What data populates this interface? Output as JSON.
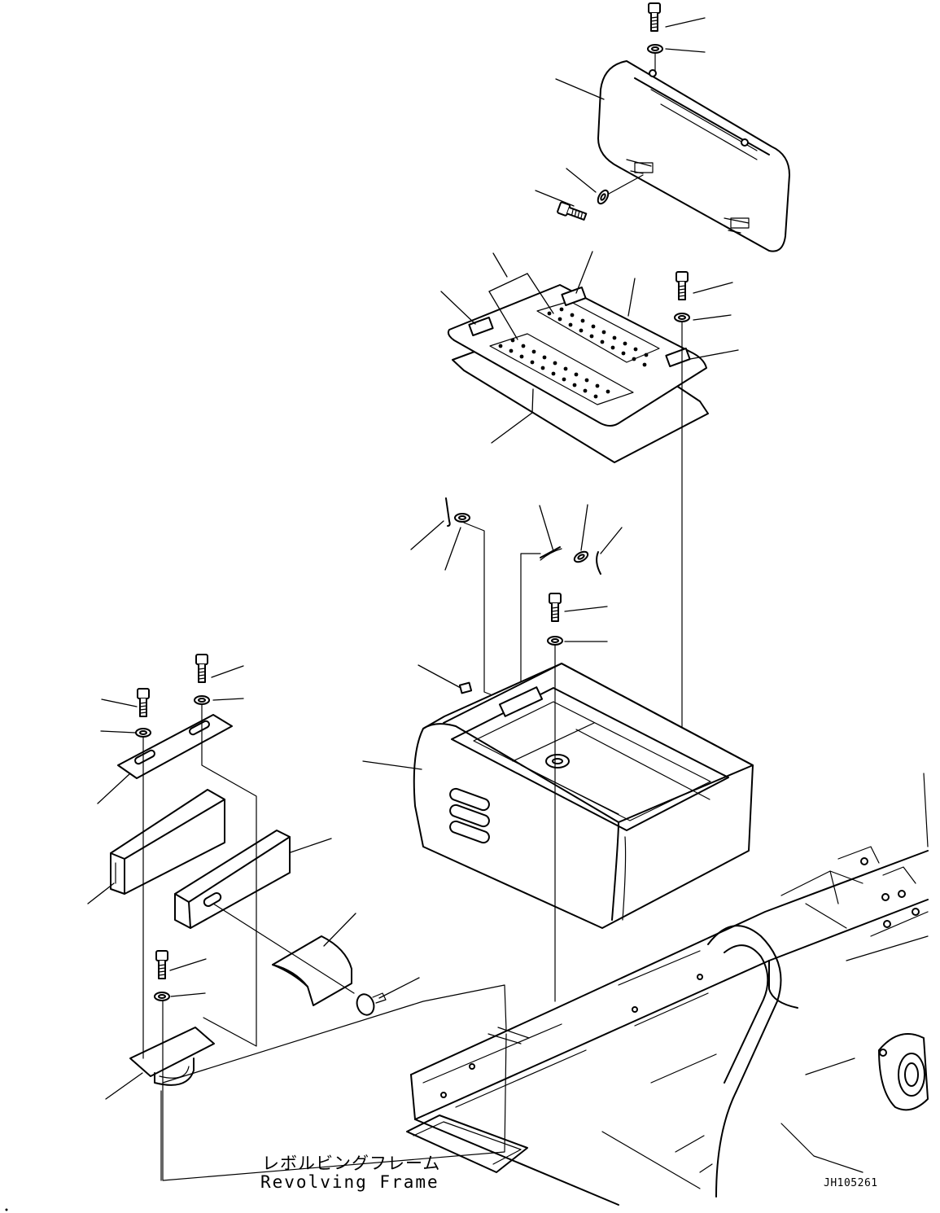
{
  "labels": {
    "frame_jp": "レボルビングフレーム",
    "frame_en": "Revolving Frame",
    "drawing_code": "JH105261"
  },
  "colors": {
    "line": "#000000",
    "background": "#ffffff"
  },
  "icons": {
    "bolt": "bolt-icon",
    "washer": "washer-icon"
  }
}
